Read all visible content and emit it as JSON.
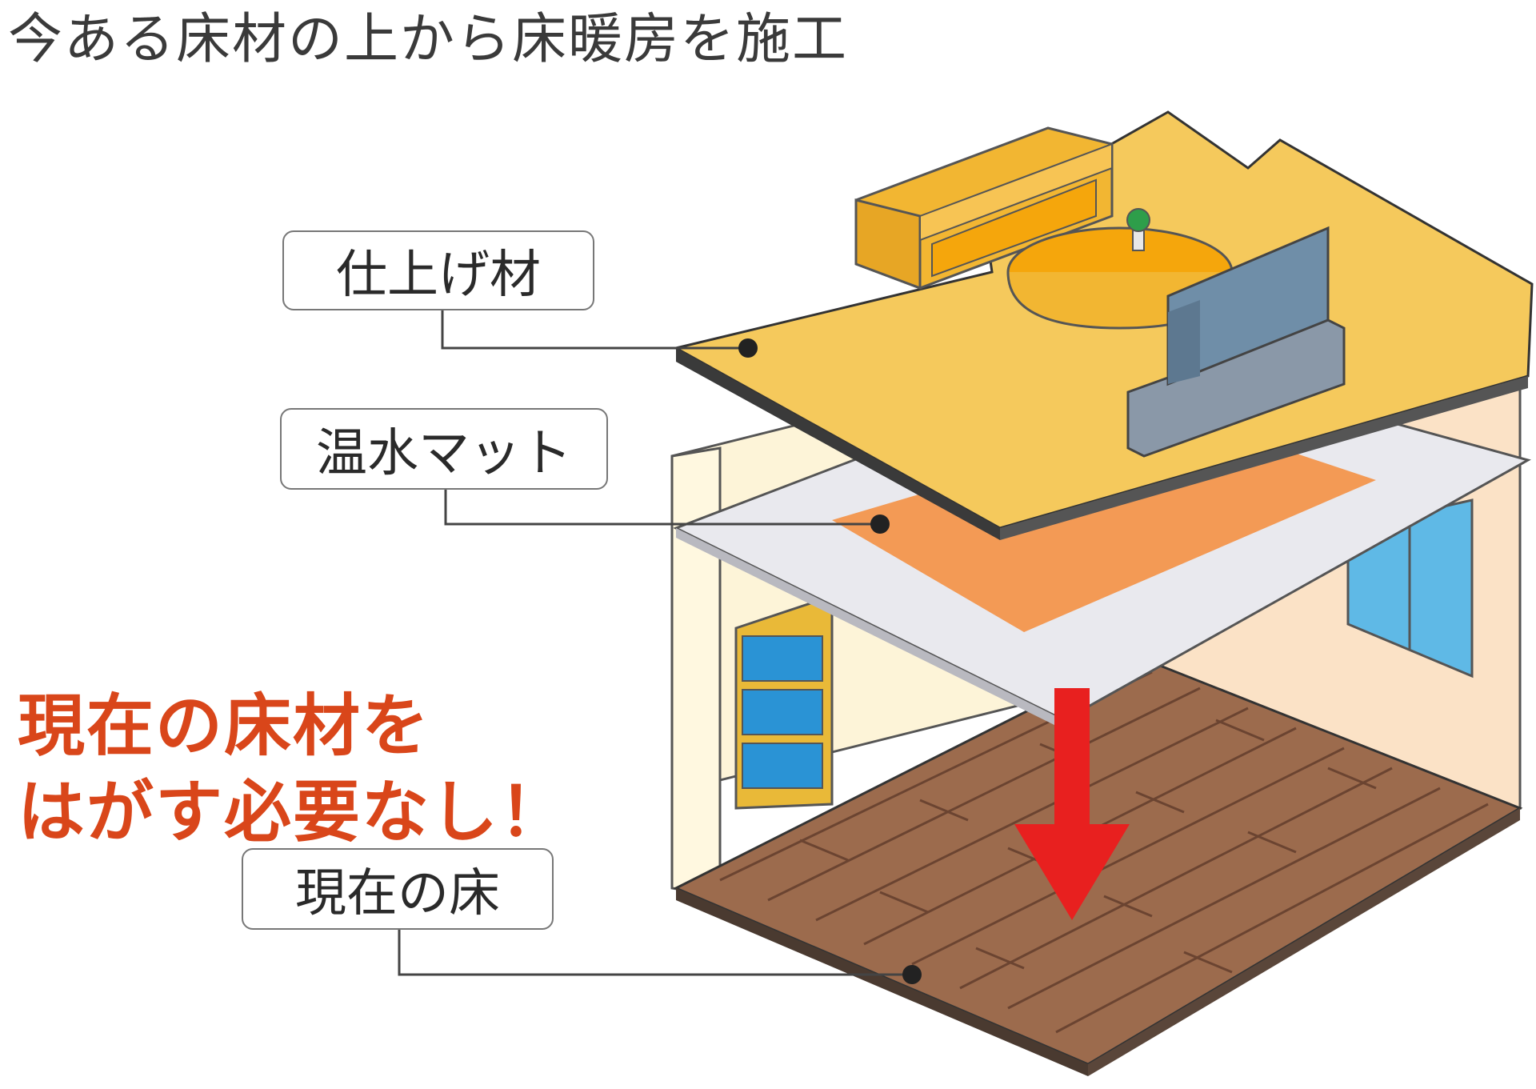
{
  "title": "今ある床材の上から床暖房を施工",
  "callouts": {
    "finish": "仕上げ材",
    "mat": "温水マット",
    "floor": "現在の床"
  },
  "slogan": {
    "line1": "現在の床材を",
    "line2": "はがす必要なし！"
  },
  "colors": {
    "finish_floor": "#f5c95c",
    "sofa": "#f2b632",
    "hot_water_mat": "#f39a55",
    "mat_board": "#e9e9ee",
    "existing_floor": "#9c6b4d",
    "arrow": "#e8201f",
    "slogan": "#d9461a",
    "window": "#5fb9e6"
  }
}
